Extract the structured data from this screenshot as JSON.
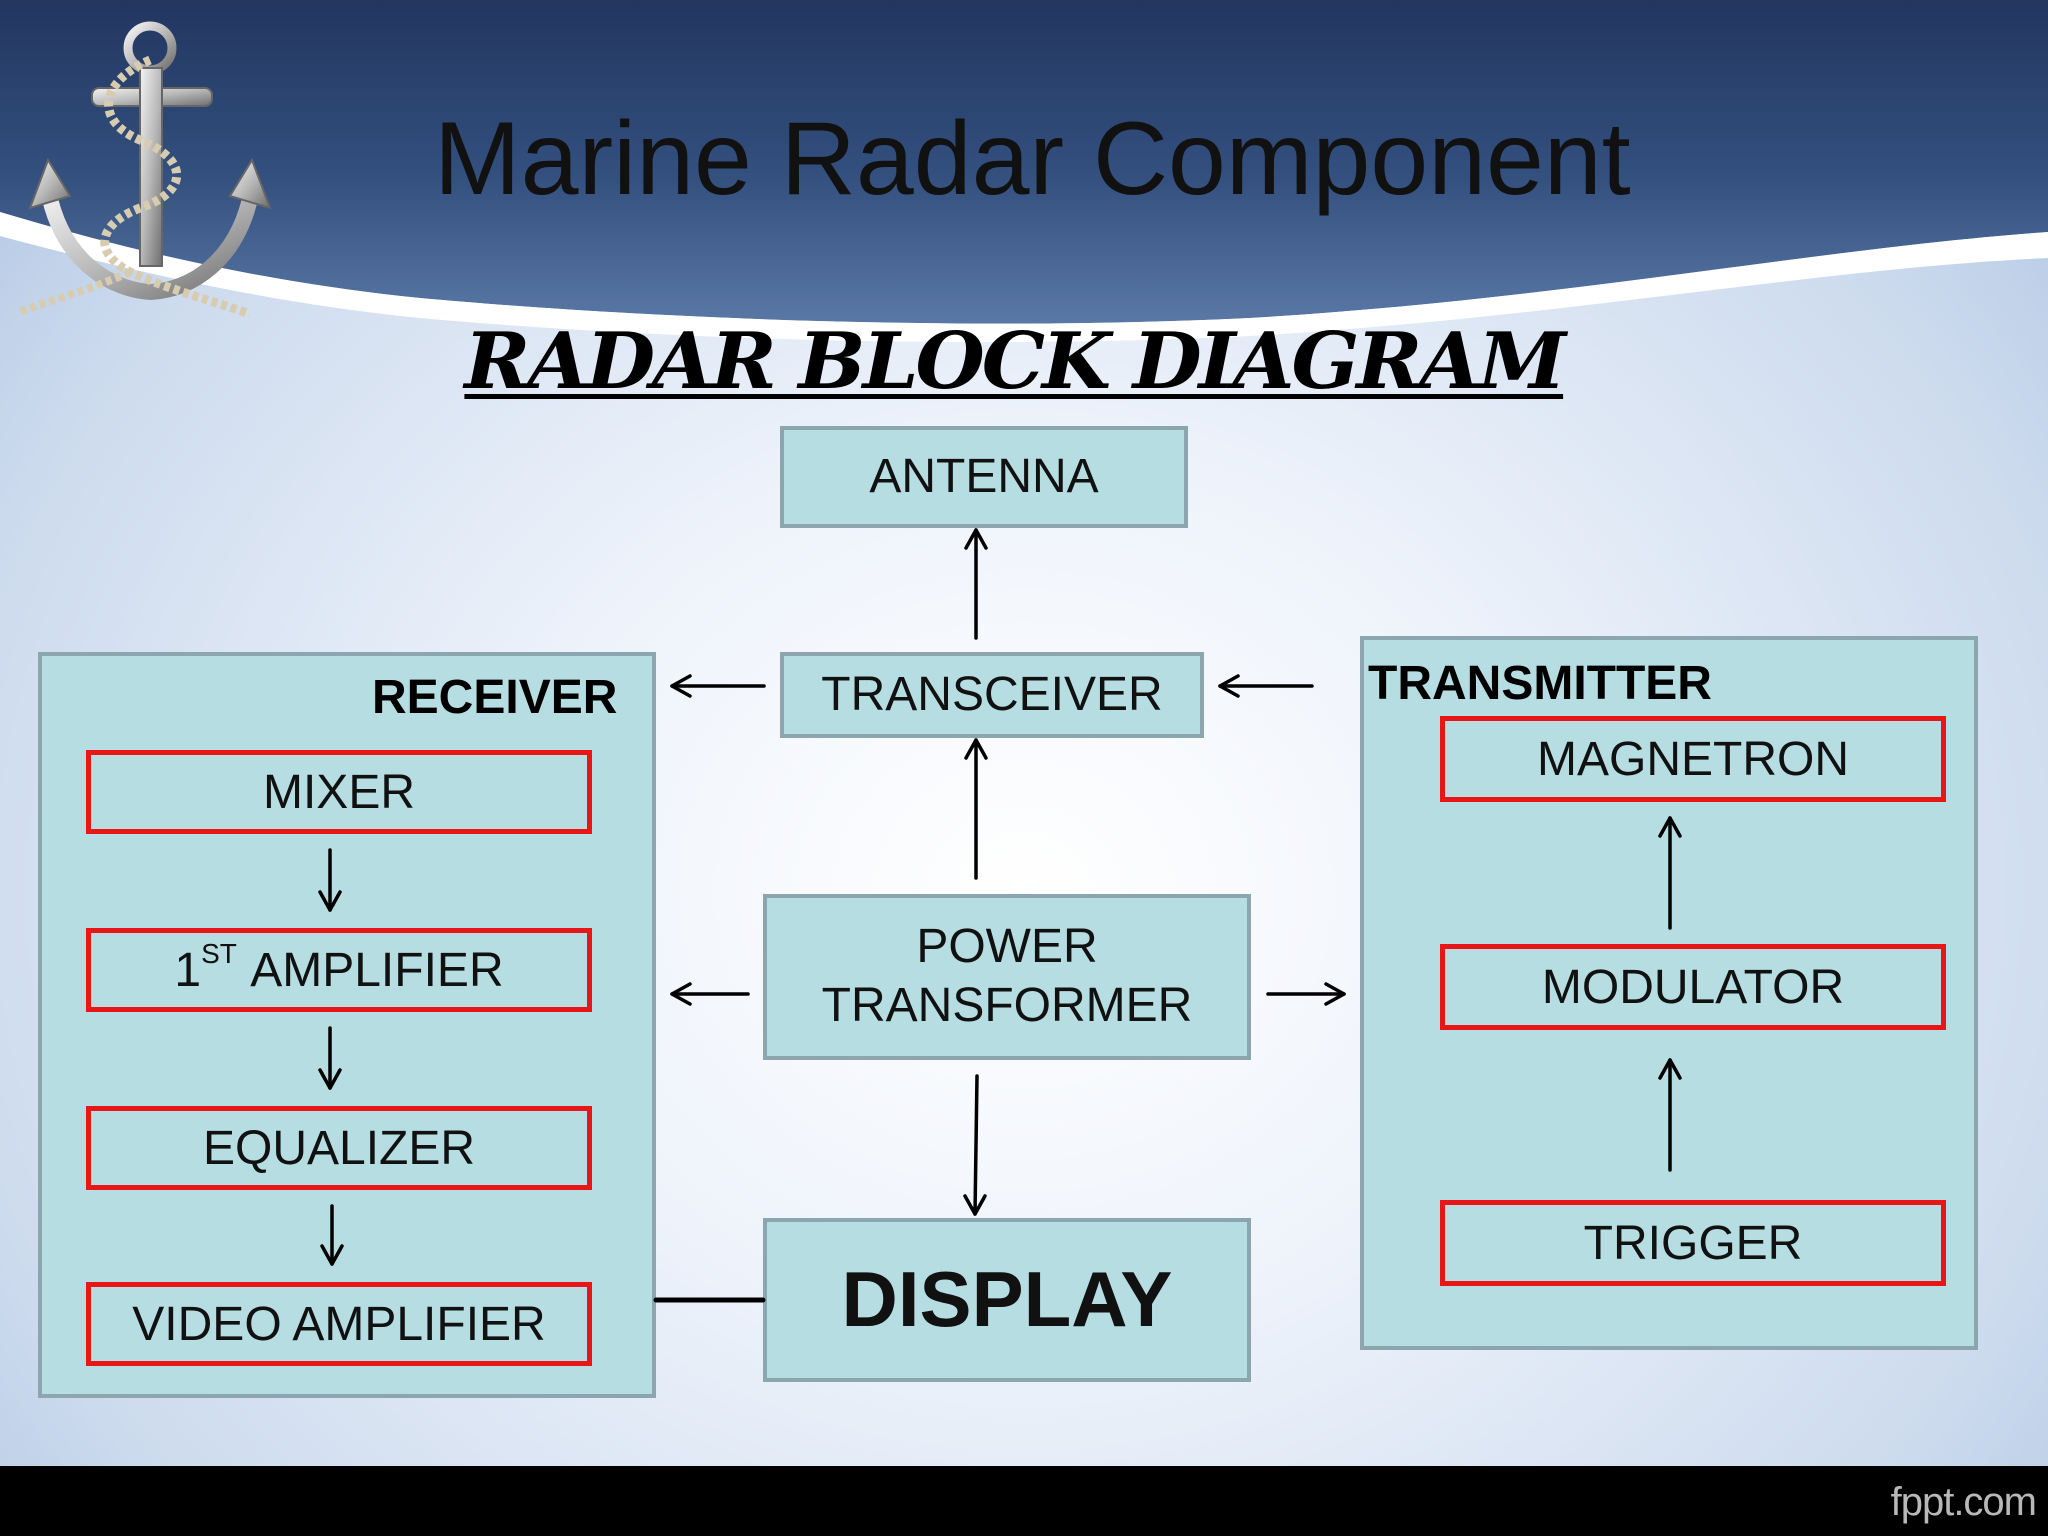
{
  "slide": {
    "title": "Marine Radar Component",
    "footer_brand": "fppt.com",
    "logo_icon": "anchor-icon"
  },
  "diagram": {
    "title": "RADAR BLOCK DIAGRAM",
    "antenna": "ANTENNA",
    "transceiver": "TRANSCEIVER",
    "power_transformer": {
      "line1": "POWER",
      "line2": "TRANSFORMER"
    },
    "display": "DISPLAY",
    "receiver": {
      "label": "RECEIVER",
      "mixer": "MIXER",
      "first_amplifier": {
        "ordinal": "1",
        "suffix": "ST",
        "text": "AMPLIFIER"
      },
      "equalizer": "EQUALIZER",
      "video_amplifier": "VIDEO AMPLIFIER"
    },
    "transmitter": {
      "label": "TRANSMITTER",
      "magnetron": "MAGNETRON",
      "modulator": "MODULATOR",
      "trigger": "TRIGGER"
    }
  },
  "colors": {
    "block_fill": "#b6dee2",
    "block_border": "#8ba6ae",
    "highlight_border": "#e81616",
    "header_blue": "#2c4676"
  }
}
